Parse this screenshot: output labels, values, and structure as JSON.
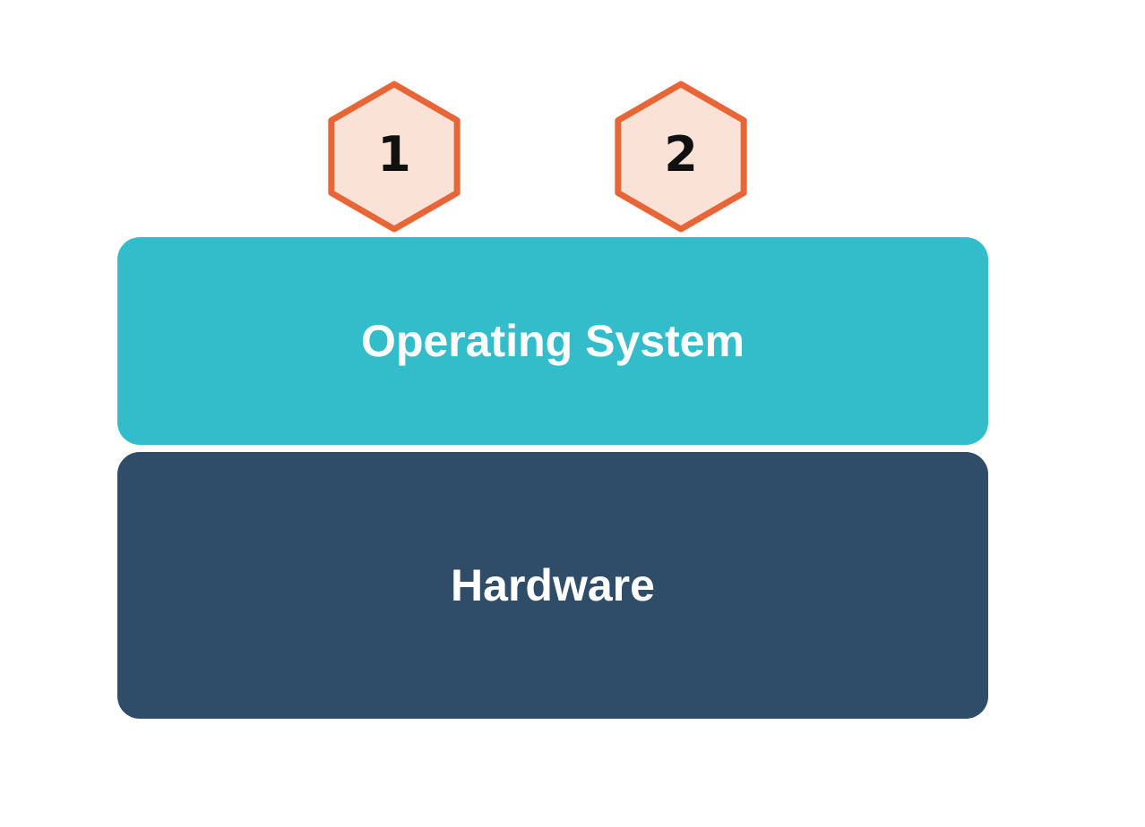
{
  "diagram": {
    "badges": [
      {
        "number": "1"
      },
      {
        "number": "2"
      }
    ],
    "layers": [
      {
        "label": "Operating System",
        "fill": "#33bdcb",
        "text_color": "#ffffff"
      },
      {
        "label": "Hardware",
        "fill": "#2f4d68",
        "text_color": "#ffffff"
      }
    ],
    "hexagon": {
      "stroke": "#e76536",
      "fill": "#fae2d6",
      "number_color": "#111111"
    },
    "background": "#ffffff"
  }
}
